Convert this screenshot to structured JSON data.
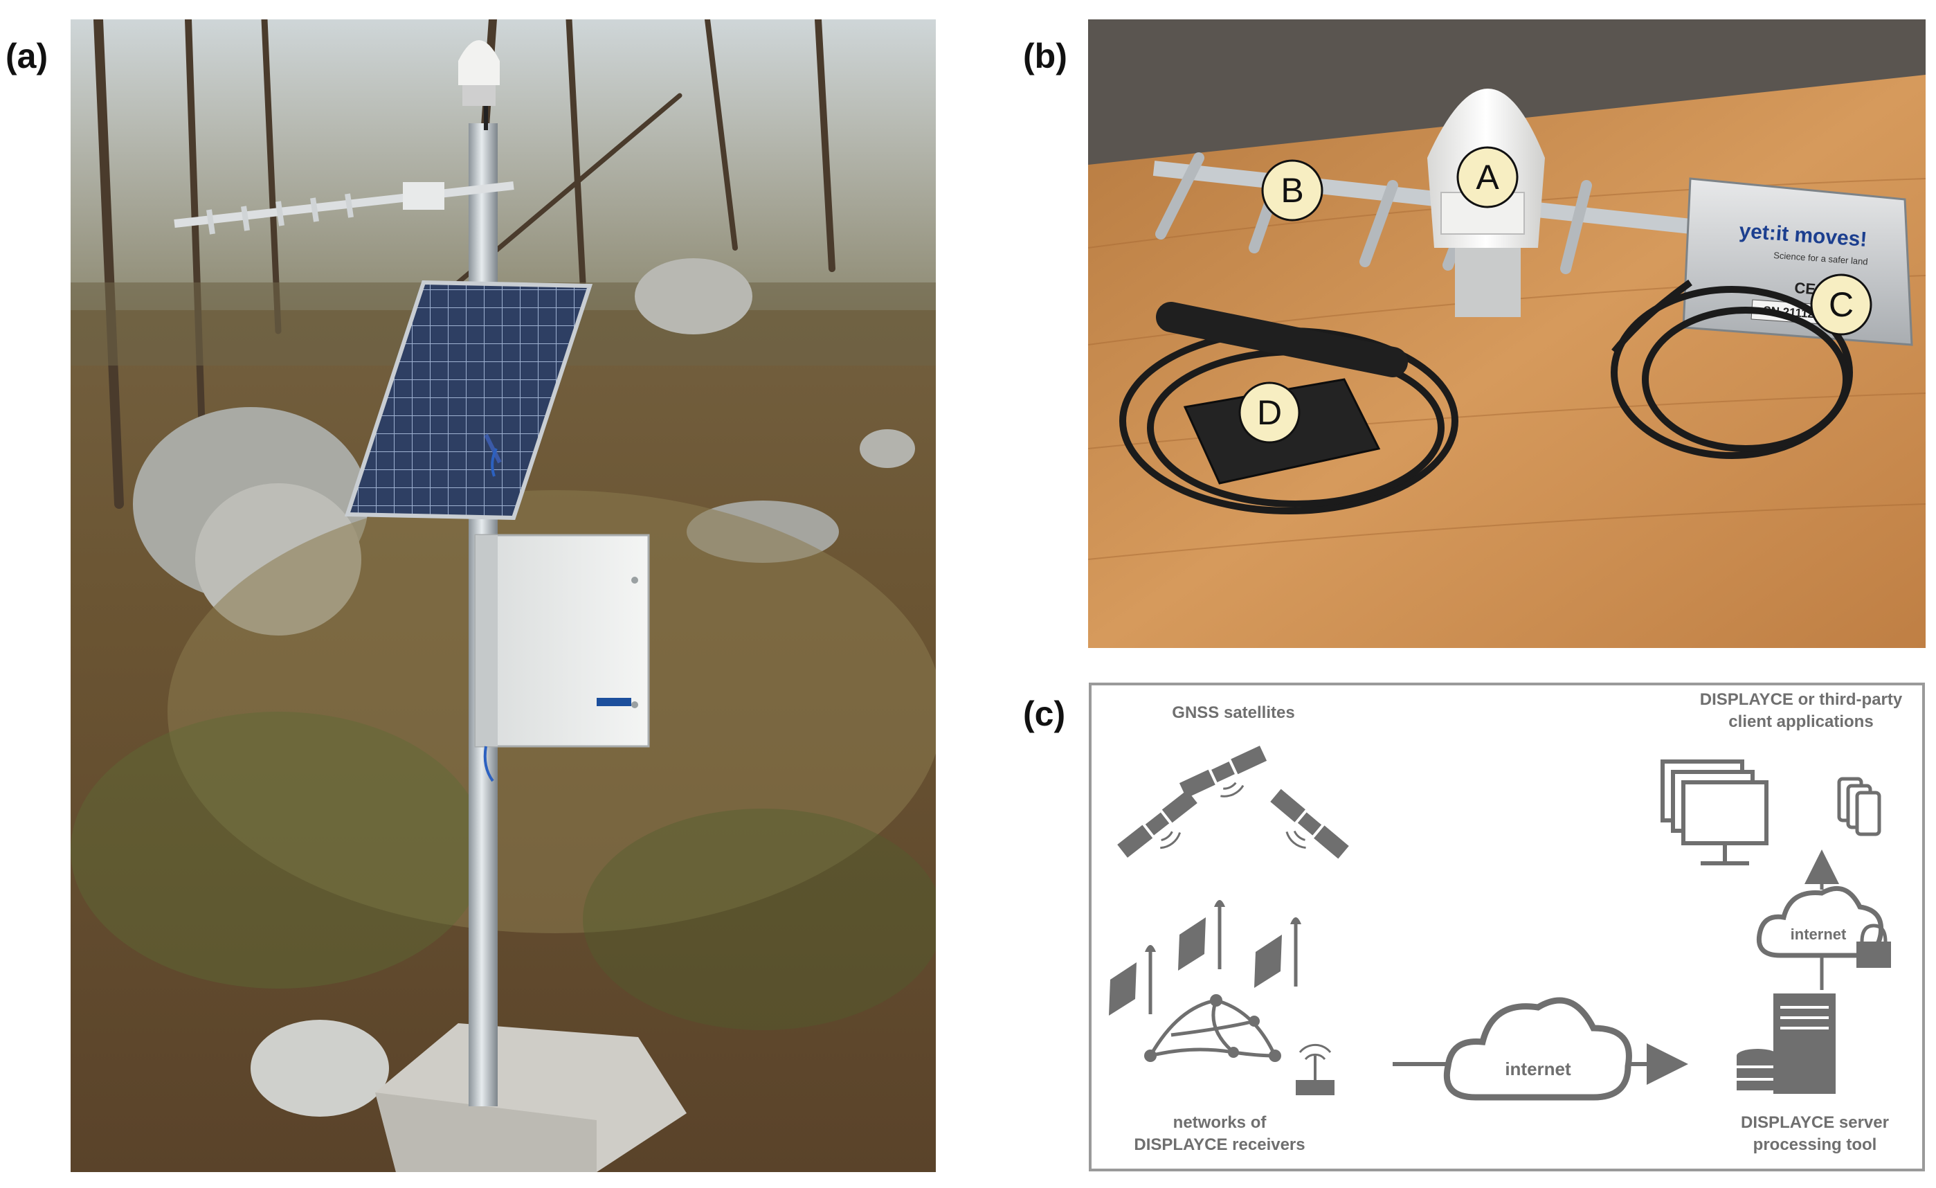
{
  "panels": {
    "a": {
      "label": "(a)"
    },
    "b": {
      "label": "(b)",
      "brand_text": "yet:it moves!",
      "brand_tagline": "Science for a safer land",
      "ce_mark": "CE",
      "serial": "SN 21112",
      "markers": [
        "A",
        "B",
        "C",
        "D"
      ]
    },
    "c": {
      "label": "(c)",
      "gnss_label": "GNSS satellites",
      "clients_label_1": "DISPLAYCE or third-party",
      "clients_label_2": "client applications",
      "internet_main": "internet",
      "internet_secure": "internet",
      "receivers_label_1": "networks of",
      "receivers_label_2": "DISPLAYCE receivers",
      "server_label_1": "DISPLAYCE server",
      "server_label_2": "processing tool"
    }
  },
  "colors": {
    "diagram_gray": "#6f6f6f",
    "marker_fill": "#f7eec2",
    "wood": "#c98a4c"
  }
}
